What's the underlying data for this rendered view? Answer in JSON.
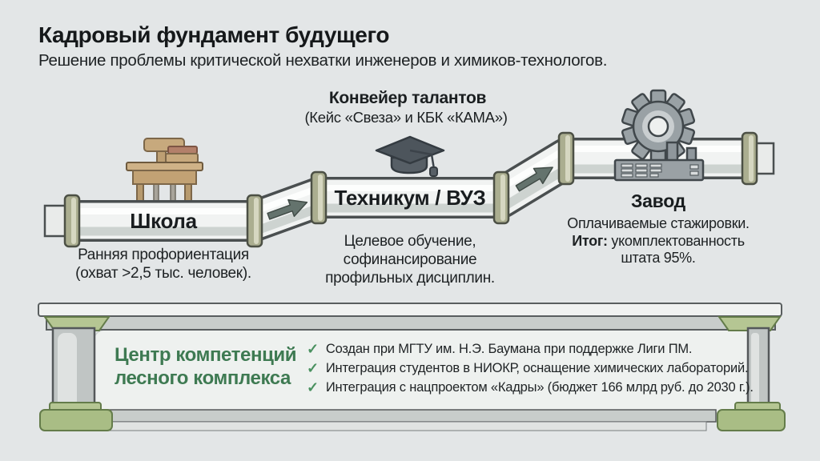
{
  "colors": {
    "background": "#e3e6e7",
    "pipe_body": "#f1f3f2",
    "pipe_outline": "#4a4f50",
    "flange_olive": "#abae90",
    "accent_green_text": "#3e7a52",
    "check_green": "#4a9160"
  },
  "header": {
    "title": "Кадровый фундамент будущего",
    "subtitle": "Решение проблемы критической нехватки инженеров и химиков-технологов."
  },
  "conveyor": {
    "title": "Конвейер талантов",
    "subtitle": "(Кейс «Свеза» и КБК «КАМА»)"
  },
  "stages": {
    "school": {
      "label": "Школа",
      "note_line1": "Ранняя профориентация",
      "note_line2": "(охват >2,5 тыс. человек)."
    },
    "college": {
      "label": "Техникум / ВУЗ",
      "note_line1": "Целевое обучение,",
      "note_line2": "софинансирование",
      "note_line3": "профильных дисциплин."
    },
    "factory": {
      "label": "Завод",
      "note_line1": "Оплачиваемые стажировки.",
      "note_line2_bold": "Итог:",
      "note_line2_rest": " укомплектованность",
      "note_line3": "штата 95%."
    }
  },
  "foundation": {
    "title_line1": "Центр компетенций",
    "title_line2": "лесного комплекса",
    "check_glyph": "✓",
    "bullets": [
      "Создан при МГТУ им. Н.Э. Баумана при поддержке Лиги ПМ.",
      "Интеграция студентов в НИОКР, оснащение химических лабораторий.",
      "Интеграция с нацпроектом «Кадры» (бюджет 166 млрд руб. до 2030 г.)."
    ]
  }
}
